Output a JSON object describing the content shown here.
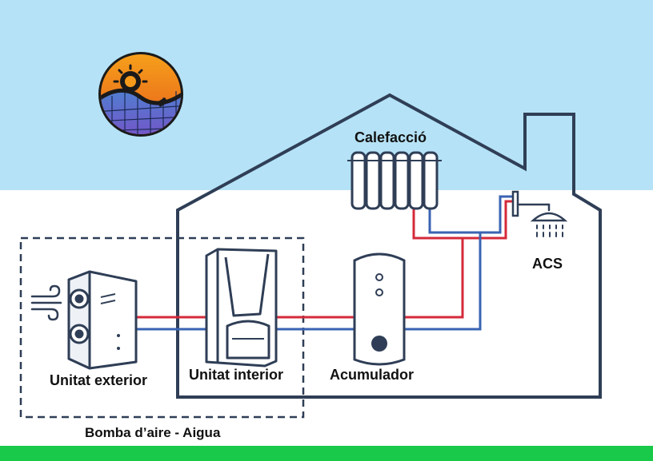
{
  "labels": {
    "outdoor_unit": "Unitat exterior",
    "indoor_unit": "Unitat interior",
    "tank": "Acumulador",
    "heating": "Calefacció",
    "hot_water": "ACS",
    "system": "Bomba d’aire - Aigua"
  },
  "colors": {
    "sky": "#b5e2f6",
    "ground": "#ffffff",
    "grass": "#18c94a",
    "outline": "#2f3e56",
    "hot_pipe": "#d42a3a",
    "cold_pipe": "#3a63b3"
  },
  "icons": {
    "logo": "sun-solar-panel-logo",
    "wind": "wind-icon",
    "shower": "shower-icon"
  }
}
